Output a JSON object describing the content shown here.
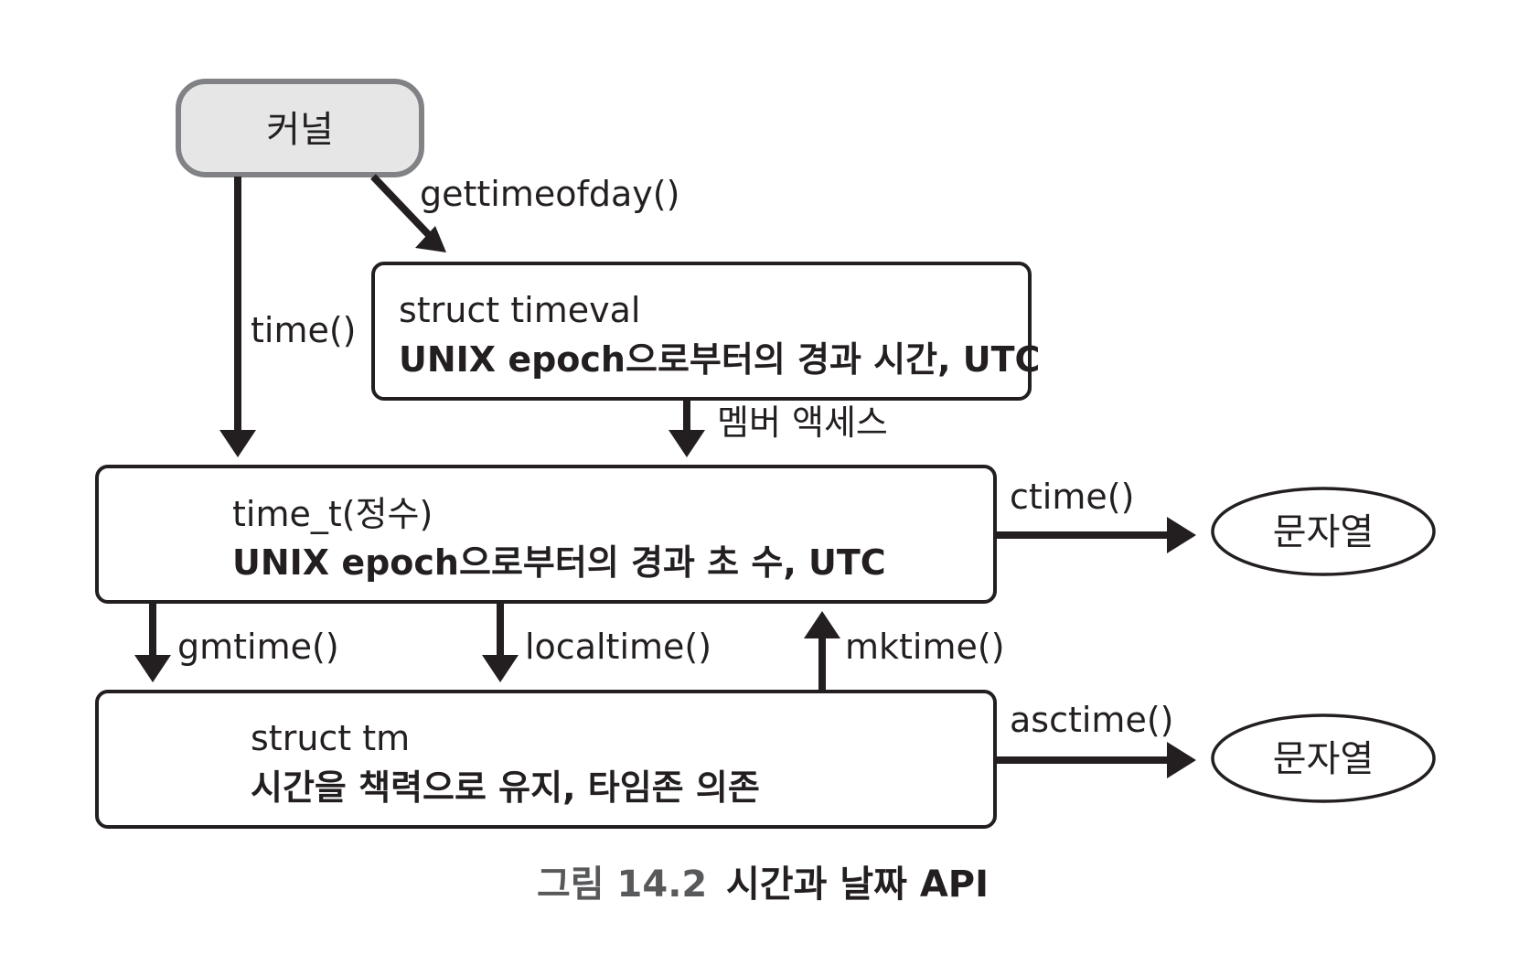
{
  "nodes": {
    "kernel": {
      "label": "커널"
    },
    "timeval": {
      "title": "struct timeval",
      "desc": "UNIX epoch으로부터의 경과 시간, UTC"
    },
    "time_t": {
      "title": "time_t(정수)",
      "desc": "UNIX epoch으로부터의 경과 초 수, UTC"
    },
    "tm": {
      "title": "struct tm",
      "desc": "시간을 책력으로 유지, 타임존 의존"
    },
    "string_ctime": {
      "label": "문자열"
    },
    "string_asctime": {
      "label": "문자열"
    }
  },
  "edges": {
    "gettimeofday": "gettimeofday()",
    "time": "time()",
    "member_access": "멤버 액세스",
    "ctime": "ctime()",
    "gmtime": "gmtime()",
    "localtime": "localtime()",
    "mktime": "mktime()",
    "asctime": "asctime()"
  },
  "caption": {
    "number": "그림 14.2",
    "title": "시간과 날짜 API"
  },
  "colors": {
    "stroke": "#231f20",
    "kernel_fill": "#e6e6e6",
    "kernel_stroke": "#808285",
    "caption_number": "#58595b"
  }
}
